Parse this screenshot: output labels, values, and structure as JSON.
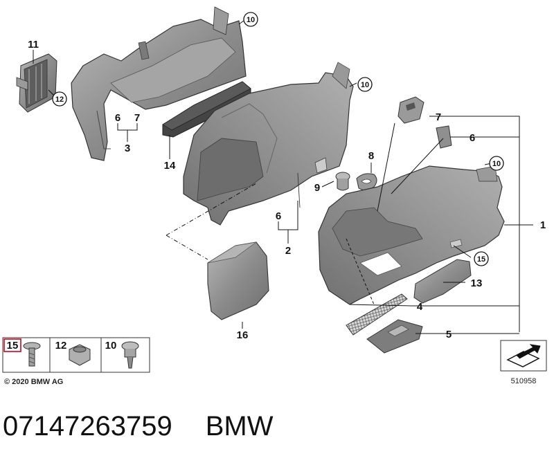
{
  "callouts": {
    "c1": "1",
    "c2": "2",
    "c3": "3",
    "c4": "4",
    "c5": "5",
    "c6a": "6",
    "c6b": "6",
    "c6c": "6",
    "c7a": "7",
    "c7b": "7",
    "c8": "8",
    "c9": "9",
    "c10a": "10",
    "c10b": "10",
    "c10c": "10",
    "c11": "11",
    "c12": "12",
    "c13": "13",
    "c14": "14",
    "c15": "15",
    "c16": "16"
  },
  "legend": {
    "item15": "15",
    "item12": "12",
    "item10": "10"
  },
  "copyright": "© 2020 BMW AG",
  "diagram_number": "510958",
  "part_number": "07147263759",
  "brand": "BMW",
  "colors": {
    "part_fill": "#8e8e8e",
    "part_dark": "#6f6f6f",
    "part_light": "#b4b4b4",
    "highlight_box": "#d0021b"
  }
}
